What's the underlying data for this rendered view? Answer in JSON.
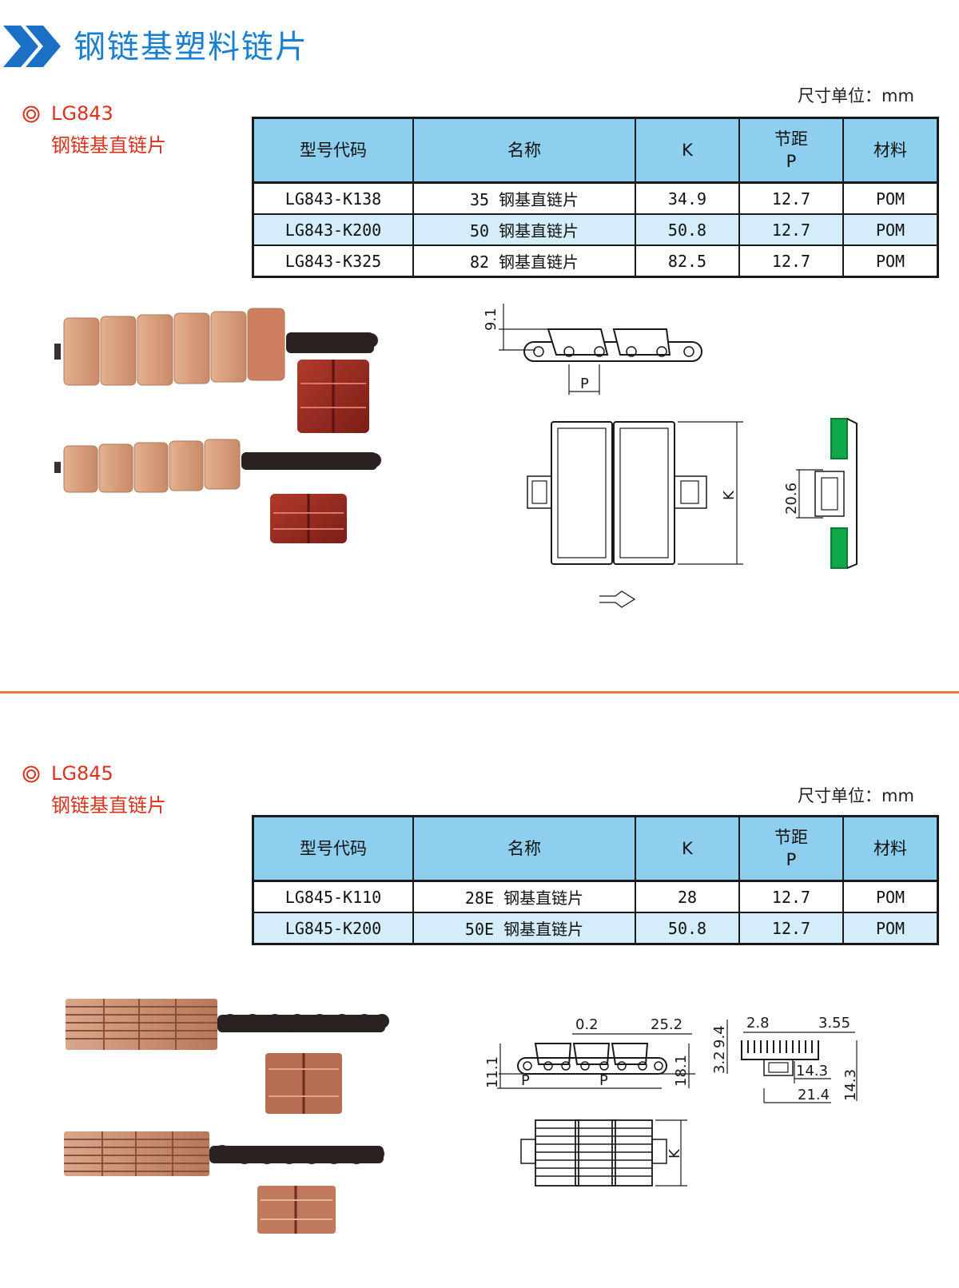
{
  "page": {
    "title": "钢链基塑料链片",
    "colors": {
      "title": "#1b7fd0",
      "accent": "#d9331f",
      "table_header": "#8ecff0",
      "table_alt": "#d4edfb",
      "divider": "#e8793f"
    }
  },
  "sections": [
    {
      "code": "LG843",
      "name": "钢链基直链片",
      "unit": "尺寸单位：mm",
      "table": {
        "headers": [
          "型号代码",
          "名称",
          "K",
          "节距",
          "P",
          "材料"
        ],
        "rows": [
          [
            "LG843-K138",
            "35 钢基直链片",
            "34.9",
            "12.7",
            "POM"
          ],
          [
            "LG843-K200",
            "50 钢基直链片",
            "50.8",
            "12.7",
            "POM"
          ],
          [
            "LG843-K325",
            "82 钢基直链片",
            "82.5",
            "12.7",
            "POM"
          ]
        ]
      },
      "drawing": {
        "dim_height": "9.1",
        "dim_pitch": "P",
        "dim_width": "K",
        "dim_link": "20.6"
      }
    },
    {
      "code": "LG845",
      "name": "钢链基直链片",
      "unit": "尺寸单位：mm",
      "table": {
        "headers": [
          "型号代码",
          "名称",
          "K",
          "节距",
          "P",
          "材料"
        ],
        "rows": [
          [
            "LG845-K110",
            "28E 钢基直链片",
            "28",
            "12.7",
            "POM"
          ],
          [
            "LG845-K200",
            "50E 钢基直链片",
            "50.8",
            "12.7",
            "POM"
          ]
        ]
      },
      "drawing": {
        "dim_gap": "0.2",
        "dim_top": "25.2",
        "dim_left": "11.1",
        "dim_right": "18.1",
        "dim_p1": "P",
        "dim_p2": "P",
        "dim_k": "K",
        "dim_9_4": "9.4",
        "dim_2_8": "2.8",
        "dim_3_55": "3.55",
        "dim_3_2": "3.2",
        "dim_14_3a": "14.3",
        "dim_21_4": "21.4",
        "dim_14_3b": "14.3"
      }
    }
  ]
}
